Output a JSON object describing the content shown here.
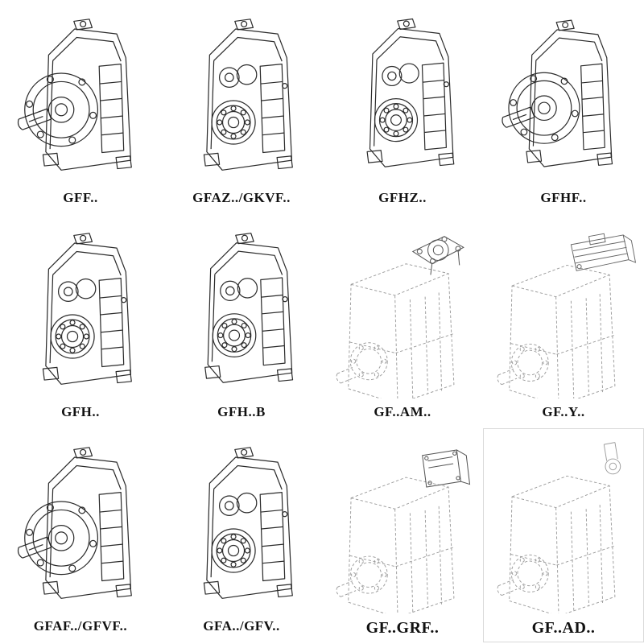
{
  "colors": {
    "line_ink": "#2b2b2b",
    "ghost_line": "#9b9b9b"
  },
  "cells": [
    {
      "label": "GFF..",
      "drawing": "flange-mounted-gearbox-drawing"
    },
    {
      "label": "GFAZ../GKVF..",
      "drawing": "hollow-shaft-gearbox-drawing"
    },
    {
      "label": "GFHZ..",
      "drawing": "hollow-shaft-gearbox-drawing"
    },
    {
      "label": "GFHF..",
      "drawing": "flange-mounted-gearbox-drawing"
    },
    {
      "label": "GFH..",
      "drawing": "shaft-mounted-gearbox-drawing"
    },
    {
      "label": "GFH..B",
      "drawing": "shaft-mounted-gearbox-foot-drawing"
    },
    {
      "label": "GF..AM..",
      "drawing": "gearbox-with-motor-flange-drawing"
    },
    {
      "label": "GF..Y..",
      "drawing": "gearbox-with-mounted-motor-drawing"
    },
    {
      "label": "GFAF../GFVF..",
      "drawing": "flange-mounted-gearbox-drawing"
    },
    {
      "label": "GFA../GFV..",
      "drawing": "hollow-shaft-gearbox-drawing"
    },
    {
      "label": "GF..GRF..",
      "drawing": "gearbox-with-adapter-block-drawing"
    },
    {
      "label": "GF..AD..",
      "drawing": "gearbox-with-input-shaft-adapter-drawing"
    }
  ]
}
